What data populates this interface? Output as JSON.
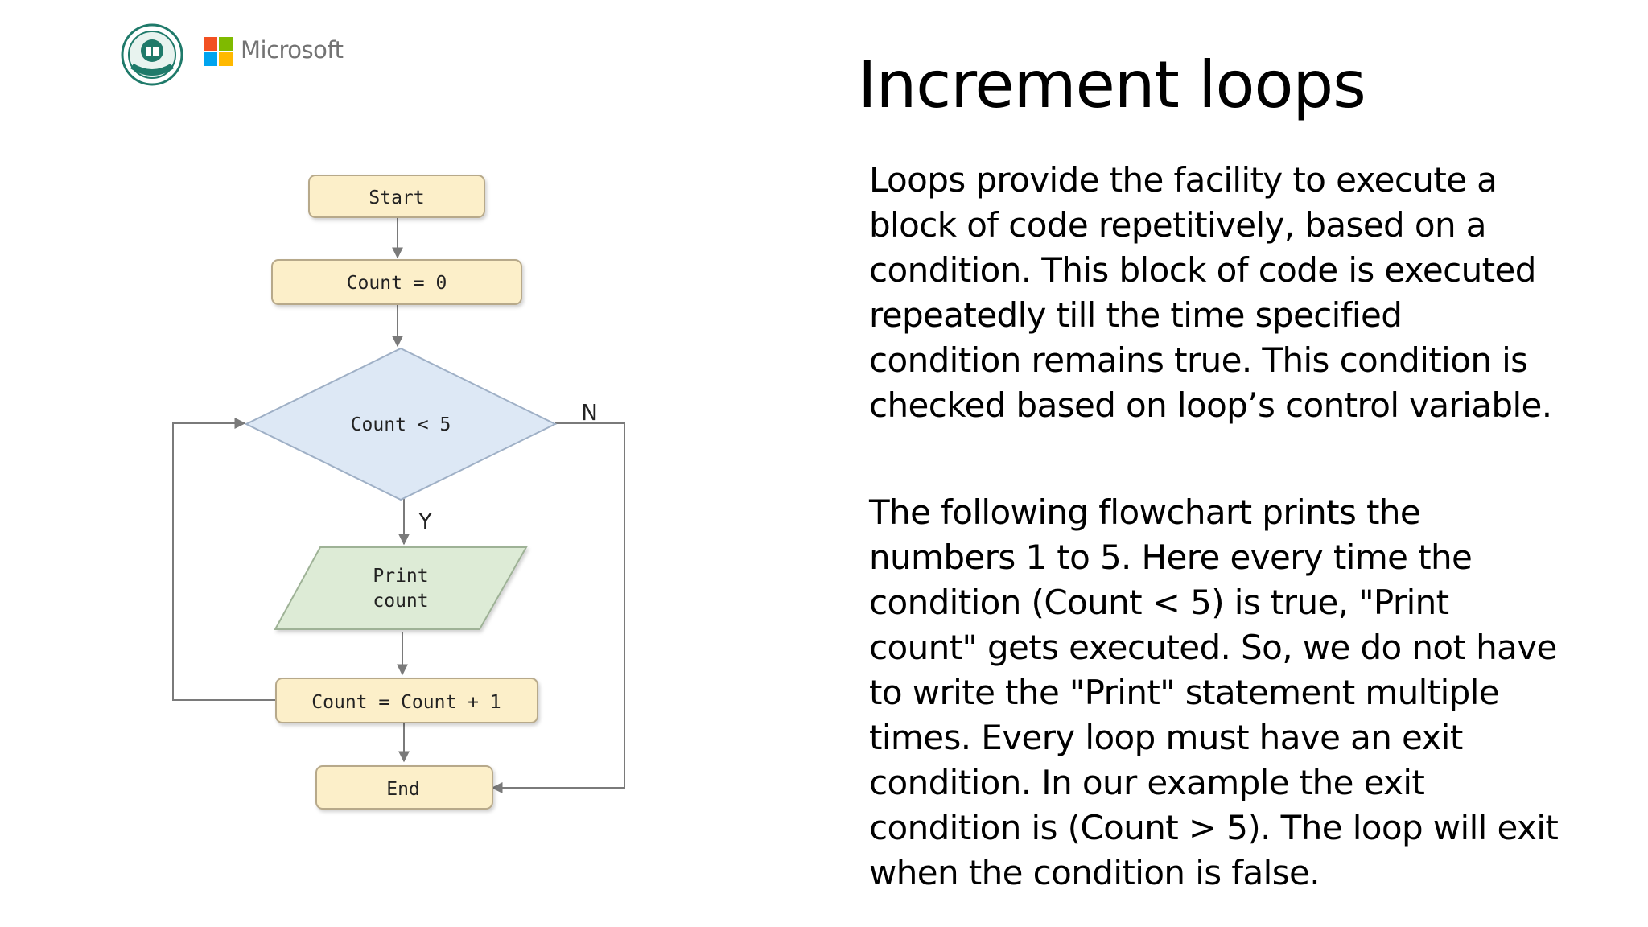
{
  "brand": {
    "partner_name": "Microsoft",
    "seal_icon": "cbse-seal-icon",
    "microsoft_colors": [
      "#F25022",
      "#7FBA00",
      "#00A4EF",
      "#FFB900"
    ]
  },
  "slide": {
    "title": "Increment loops",
    "paragraphs": [
      "Loops provide the facility to execute a block of code repetitively, based on a condition. This block of code is executed repeatedly till the time specified condition remains true. This condition is checked based on loop’s control variable.",
      "The following flowchart prints the numbers 1 to 5. Here every time the condition (Count < 5) is true, \"Print count\" gets executed. So, we do not have to write the \"Print\" statement multiple times. Every loop must have an exit condition. In our example the exit condition is (Count > 5). The loop will exit when the condition is false."
    ]
  },
  "flowchart": {
    "start": "Start",
    "init": "Count = 0",
    "condition": "Count < 5",
    "output_line1": "Print",
    "output_line2": "count",
    "increment": "Count = Count + 1",
    "end": "End",
    "yes_label": "Y",
    "no_label": "N",
    "colors": {
      "process_fill": "#FCEFC9",
      "process_stroke": "#B7A98A",
      "decision_fill": "#DDE8F5",
      "decision_stroke": "#9FB0C6",
      "io_fill": "#DDEBD6",
      "io_stroke": "#9EB296",
      "arrow": "#7A7A7A"
    }
  }
}
